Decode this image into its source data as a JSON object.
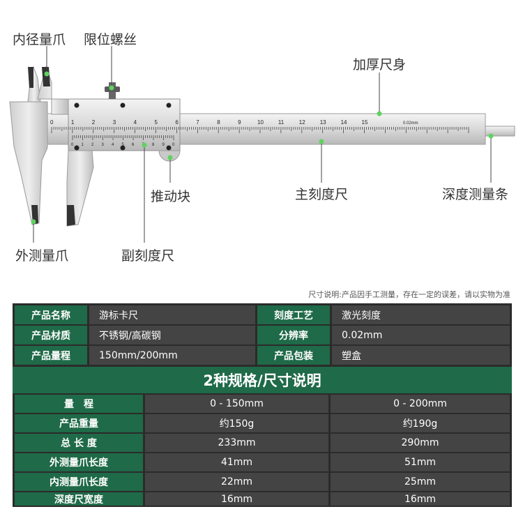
{
  "colors": {
    "green": "#1f6a48",
    "dark": "#444444",
    "accent_dot": "#5fd35f"
  },
  "callouts": {
    "inner_jaw": "内径量爪",
    "limit_screw": "限位螺丝",
    "thick_body": "加厚尺身",
    "slider": "推动块",
    "main_scale": "主刻度尺",
    "depth_bar": "深度测量条",
    "outer_jaw": "外测量爪",
    "vernier_scale": "副刻度尺"
  },
  "scale_text": {
    "main_numbers": [
      "0",
      "1",
      "2",
      "3",
      "4",
      "5",
      "6",
      "7",
      "8",
      "9",
      "10",
      "11",
      "12",
      "13",
      "14",
      "15"
    ],
    "vernier_numbers": [
      "0",
      "1",
      "2",
      "3",
      "4",
      "5",
      "6",
      "7",
      "8",
      "9",
      "0"
    ],
    "resolution_mark": "0.02mm"
  },
  "note": "尺寸说明:产品因手工测量，存在一定的误差，请以实物为准",
  "product_info": [
    {
      "label": "产品名称",
      "value": "游标卡尺",
      "label2": "刻度工艺",
      "value2": "激光刻度"
    },
    {
      "label": "产品材质",
      "value": "不锈钢/高碳钢",
      "label2": "分辨率",
      "value2": "0.02mm"
    },
    {
      "label": "产品量程",
      "value": "150mm/200mm",
      "label2": "产品包装",
      "value2": "塑盒"
    }
  ],
  "spec_title": "2种规格/尺寸说明",
  "spec_rows": [
    {
      "label": "量　程",
      "a": "0 - 150mm",
      "b": "0 - 200mm"
    },
    {
      "label": "产品重量",
      "a": "约150g",
      "b": "约190g"
    },
    {
      "label": "总 长 度",
      "a": "233mm",
      "b": "290mm"
    },
    {
      "label": "外测量爪长度",
      "a": "41mm",
      "b": "51mm"
    },
    {
      "label": "内测量爪长度",
      "a": "22mm",
      "b": "25mm"
    },
    {
      "label": "深度尺宽度",
      "a": "16mm",
      "b": "16mm"
    }
  ]
}
